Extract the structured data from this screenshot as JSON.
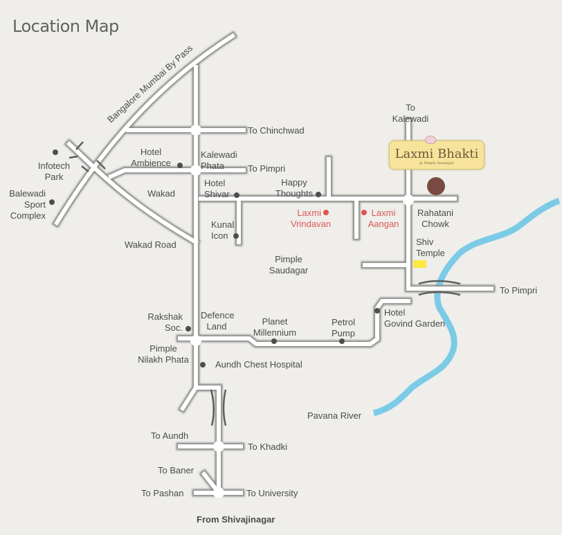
{
  "title": "Location Map",
  "project": {
    "name": "Laxmi Bhakti",
    "tagline": "@ Pimple Saudagar",
    "site_marker_color": "#7a4a42",
    "badge_color": "#f7e39a"
  },
  "roads": {
    "highway": "Bangalore Mumbai By Pass"
  },
  "labels": {
    "to_chinchwad": "To Chinchwad",
    "hotel_ambience_1": "Hotel",
    "hotel_ambience_2": "Ambience",
    "kalewadi_phata_1": "Kalewadi",
    "kalewadi_phata_2": "Phata",
    "to_pimpri_top": "To Pimpri",
    "infotech_1": "Infotech",
    "infotech_2": "Park",
    "balewadi_1": "Balewadi",
    "balewadi_2": "Sport",
    "balewadi_3": "Complex",
    "wakad": "Wakad",
    "hotel_shivar_1": "Hotel",
    "hotel_shivar_2": "Shivar",
    "happy_1": "Happy",
    "happy_2": "Thoughts",
    "to_kalewadi_1": "To",
    "to_kalewadi_2": "Kalewadi",
    "laxmi_vrindavan_1": "Laxmi",
    "laxmi_vrindavan_2": "Vrindavan",
    "laxmi_aangan_1": "Laxmi",
    "laxmi_aangan_2": "Aangan",
    "rahatani_1": "Rahatani",
    "rahatani_2": "Chowk",
    "kunal_1": "Kunal",
    "kunal_2": "Icon",
    "wakad_road": "Wakad Road",
    "pimple_saudagar_1": "Pimple",
    "pimple_saudagar_2": "Saudagar",
    "shiv_temple_1": "Shiv",
    "shiv_temple_2": "Temple",
    "to_pimpri_right": "To Pimpri",
    "rakshak_1": "Rakshak",
    "rakshak_2": "Soc.",
    "defence_1": "Defence",
    "defence_2": "Land",
    "planet_1": "Planet",
    "planet_2": "Millennium",
    "petrol_1": "Petrol",
    "petrol_2": "Pump",
    "hotel_govind_1": "Hotel",
    "hotel_govind_2": "Govind Garden",
    "pimple_nilakh_1": "Pimple",
    "pimple_nilakh_2": "Nilakh Phata",
    "aundh_chest": "Aundh Chest Hospital",
    "pavana": "Pavana River",
    "to_aundh": "To Aundh",
    "to_khadki": "To Khadki",
    "to_baner": "To Baner",
    "to_pashan": "To Pashan",
    "to_university": "To University",
    "from_shivajinagar": "From Shivajinagar"
  },
  "colors": {
    "background": "#efeeea",
    "road_fill": "#ffffff",
    "road_edge": "#8e908d",
    "river": "#7ccbe6",
    "landmark_dot": "#4b4f4c",
    "project_text": "#d95a5a",
    "shiv_temple_marker": "#ffe840"
  }
}
